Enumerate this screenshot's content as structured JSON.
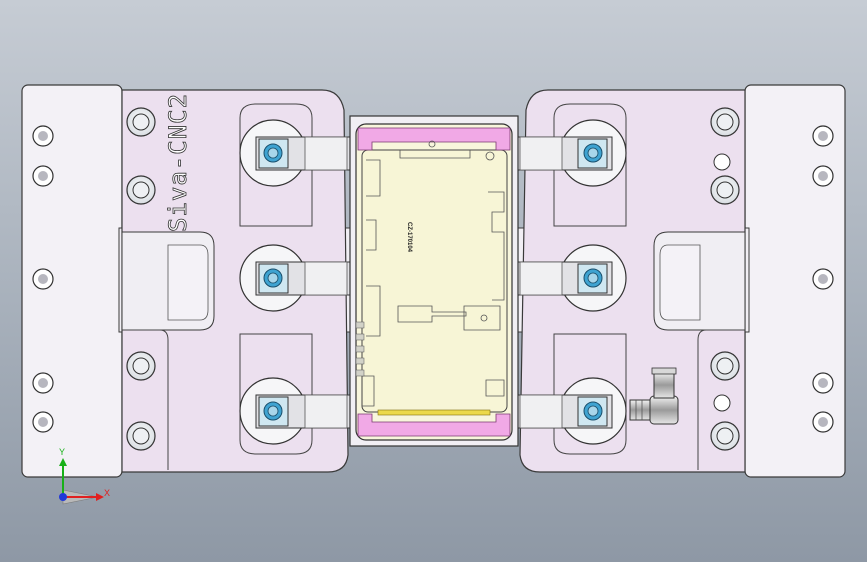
{
  "fixture": {
    "engraving": "Siva-CNC2",
    "part_number": "CZ-170104"
  },
  "triad": {
    "x_label": "X",
    "y_label": "Y"
  },
  "colors": {
    "plate": "#f3f1f6",
    "lilac_plate": "#ece0ef",
    "phone_body": "#f8f6dc",
    "pink_clip": "#f1a9e6",
    "yellow_strip": "#ecd94a",
    "steel_ring": "#cfe7f1",
    "blue_bolt": "#3fa3d1",
    "x_axis": "#e02020",
    "y_axis": "#18b018",
    "z_axis": "#2038d8"
  },
  "icons": {
    "fitting": "elbow-air-fitting-icon",
    "triad": "axis-triad-icon"
  }
}
